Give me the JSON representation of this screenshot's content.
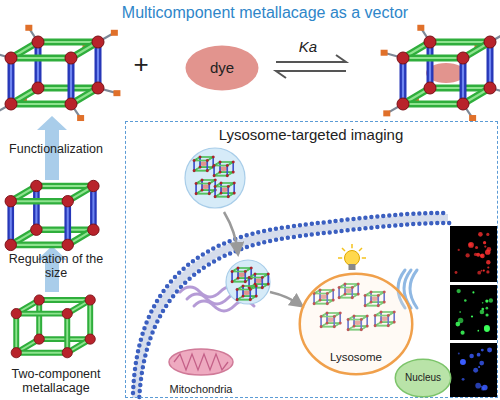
{
  "diagram": {
    "title": "Multicomponent metallacage as a vector",
    "nodes": [
      {
        "text": [
          "dye"
        ]
      },
      {
        "text": [
          "Lysosome-targeted imaging"
        ]
      },
      {
        "text": [
          "Mitochondria"
        ],
        "in": 1
      },
      {
        "text": [
          "Lysosome"
        ],
        "in": 1
      },
      {
        "text": [
          "Nucleus"
        ],
        "in": 1
      }
    ],
    "labels": [
      "Functionalization",
      "Regulation of the size",
      "Two-component metallacage",
      "+",
      "Ka"
    ]
  }
}
